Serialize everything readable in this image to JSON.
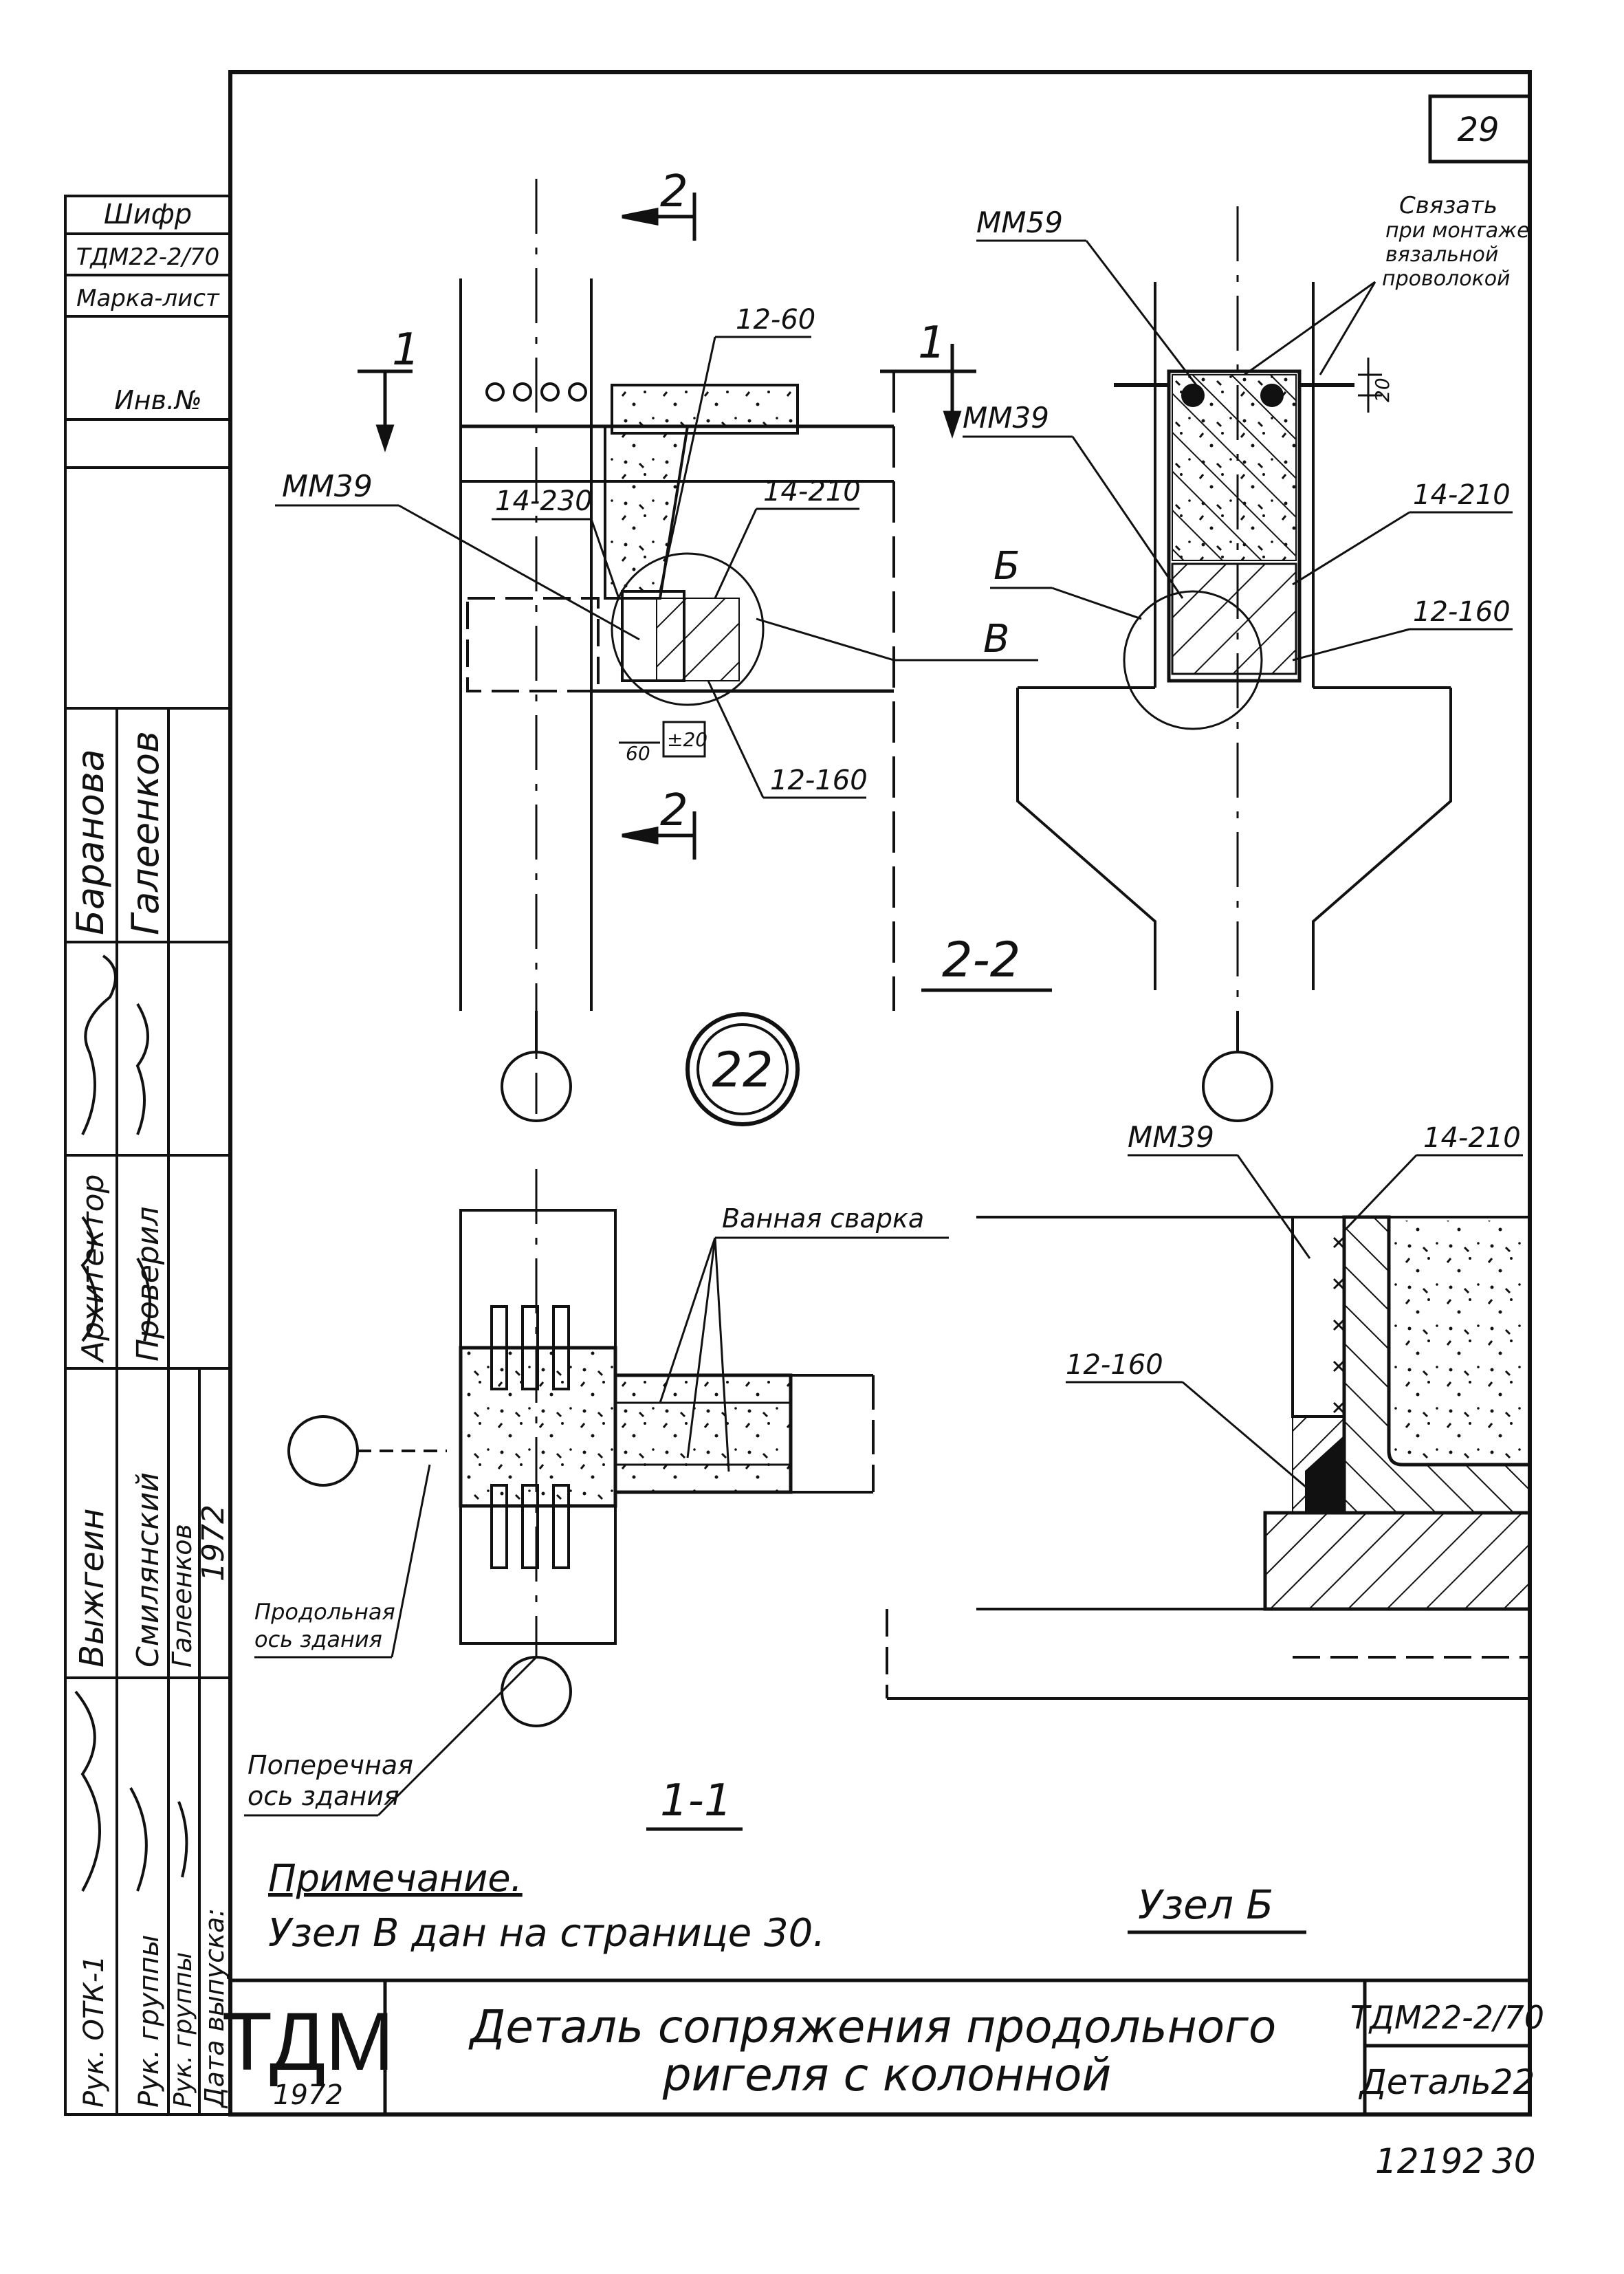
{
  "sheet_number": "29",
  "stamp": {
    "cipher_label": "Шифр",
    "cipher_value": "ТДМ22-2/70",
    "sheet_label": "Марка-лист",
    "inv_label": "Инв.№",
    "names": [
      "Баранова",
      "Галеенков"
    ],
    "roles": [
      "Архитектор",
      "Проверил"
    ],
    "authors": [
      "Выжгеин",
      "Смилянский",
      "Галеенков",
      "1972"
    ],
    "positions": [
      "Рук. ОТК-1",
      "Рук. группы",
      "Рук. группы",
      "Дата выпуска:"
    ]
  },
  "views": {
    "view_1_1_title": "1-1",
    "view_2_2_title": "2-2",
    "node_b_title": "Узел Б",
    "detail_number": "22",
    "cut_1": "1",
    "cut_2": "2",
    "node_b_callout": "Б",
    "node_v_callout": "В"
  },
  "labels": {
    "mm39_left": "ММ39",
    "l_14_230": "14-230",
    "l_12_60": "12-60",
    "l_14_210_left": "14-210",
    "l_12_160_left": "12-160",
    "dim_60": "60",
    "dim_20_box": "±20",
    "mm59": "ММ59",
    "mm39_right": "ММ39",
    "l_14_210_right": "14-210",
    "l_12_160_right": "12-160",
    "tie_note_1": "Связать",
    "tie_note_2": "при монтаже",
    "tie_note_3": "вязальной",
    "tie_note_4": "проволокой",
    "dim_20_right": "20",
    "bath_weld": "Ванная сварка",
    "long_axis_1": "Продольная",
    "long_axis_2": "ось здания",
    "trans_axis_1": "Поперечная",
    "trans_axis_2": "ось здания",
    "mm39_node": "ММ39",
    "l_14_210_node": "14-210",
    "l_12_160_node": "12-160"
  },
  "note": {
    "title": "Примечание.",
    "text": "Узел В дан на странице 30."
  },
  "title_block": {
    "logo": "ТДМ",
    "year": "1972",
    "title_line_1": "Деталь сопряжения продольного",
    "title_line_2": "ригеля с колонной",
    "code": "ТДМ22-2/70",
    "detail": "Деталь22"
  },
  "footer": {
    "archive_no": "12192",
    "page_no": "30"
  }
}
